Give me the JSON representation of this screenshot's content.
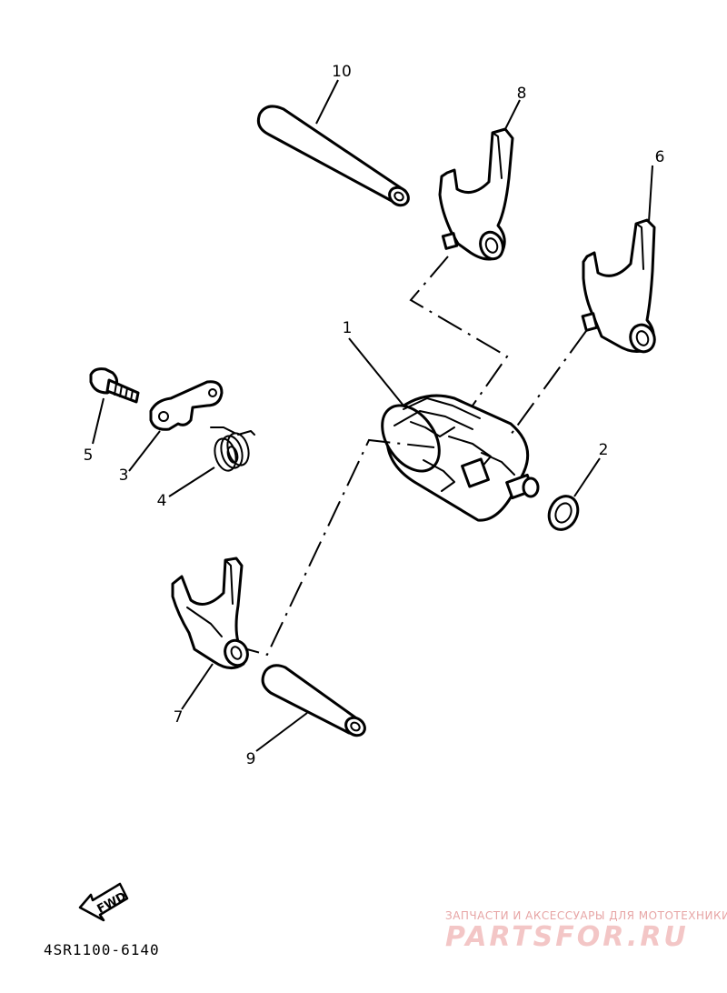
{
  "callouts": {
    "c1": "1",
    "c2": "2",
    "c3": "3",
    "c4": "4",
    "c5": "5",
    "c6": "6",
    "c7": "7",
    "c8": "8",
    "c9": "9",
    "c10": "10"
  },
  "fwd_label": "FWD",
  "diagram_code": "4SR1100-6140",
  "watermark": {
    "tagline": "ЗАПЧАСТИ И АКСЕССУАРЫ ДЛЯ МОТОТЕХНИКИ",
    "brand": "PARTSFOR.RU"
  },
  "colors": {
    "line": "#000000",
    "background": "#ffffff",
    "watermark": "#e7a5a5"
  }
}
